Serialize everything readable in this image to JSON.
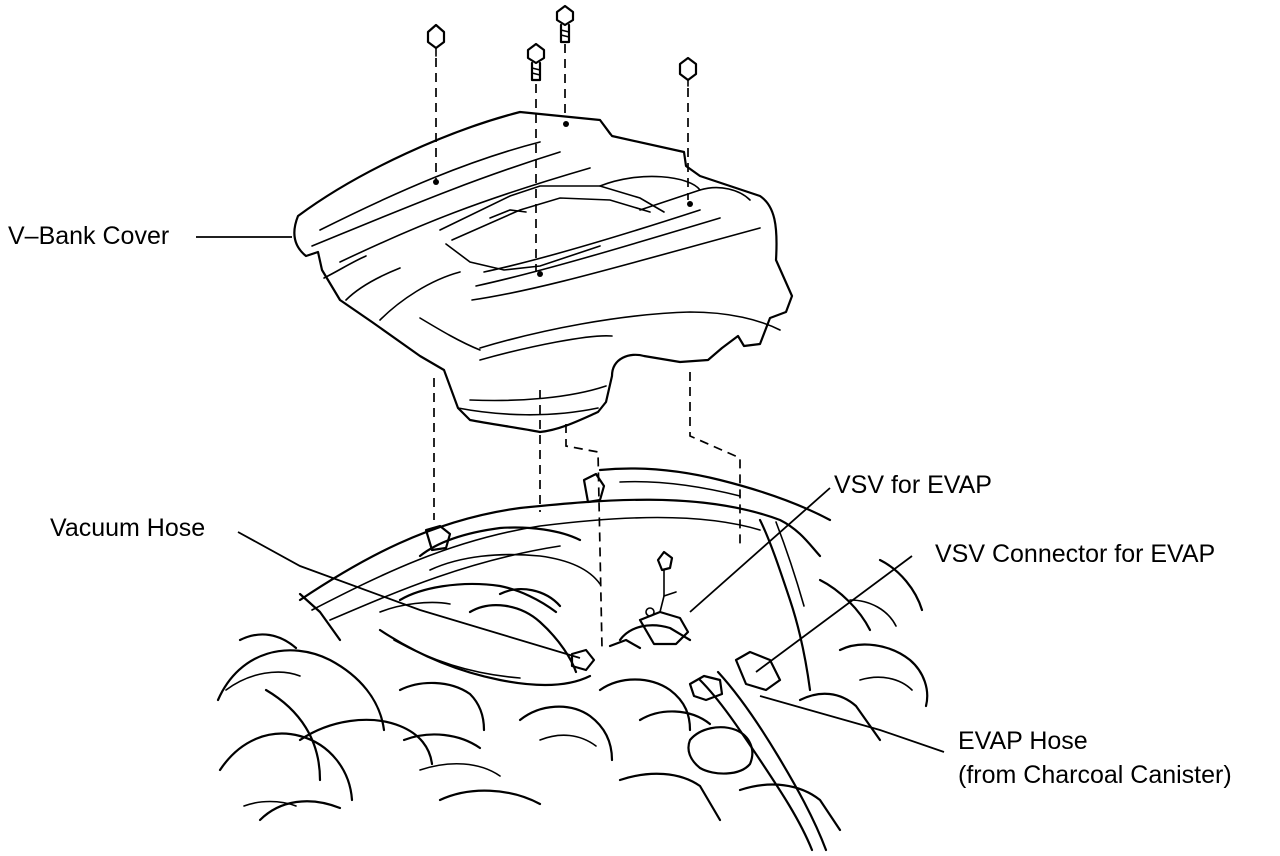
{
  "labels": {
    "v_bank_cover": "V–Bank Cover",
    "vacuum_hose": "Vacuum Hose",
    "vsv_for_evap": "VSV for EVAP",
    "vsv_connector": "VSV Connector for EVAP",
    "evap_hose_line1": "EVAP Hose",
    "evap_hose_line2": "(from Charcoal Canister)"
  }
}
